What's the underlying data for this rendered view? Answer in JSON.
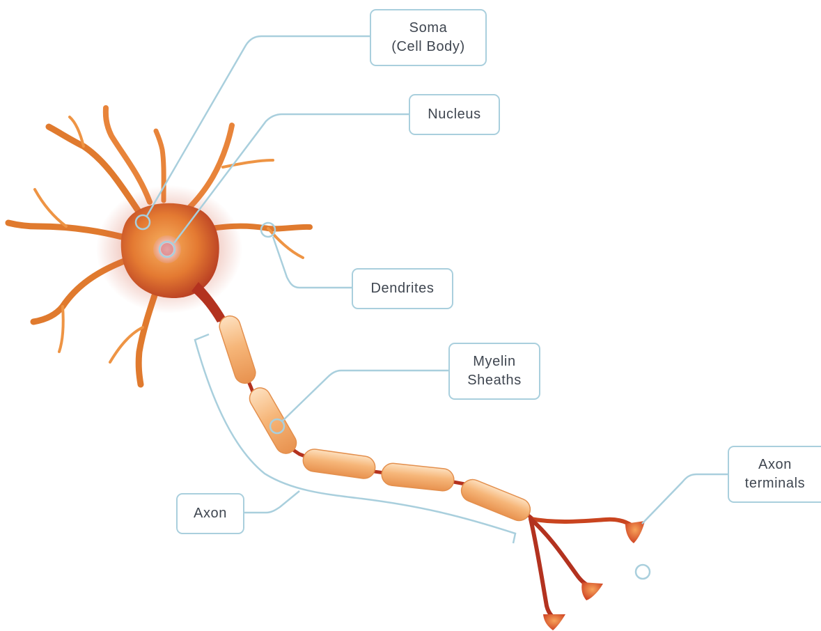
{
  "labels": {
    "soma": {
      "line1": "Soma",
      "line2": "(Cell Body)"
    },
    "nucleus": {
      "line1": "Nucleus"
    },
    "dendrites": {
      "line1": "Dendrites"
    },
    "myelin": {
      "line1": "Myelin",
      "line2": "Sheaths"
    },
    "axon": {
      "line1": "Axon"
    },
    "axon_terminals": {
      "line1": "Axon",
      "line2": "terminals"
    }
  },
  "colors": {
    "leader_line": "#a9cfdd",
    "label_border": "#a9cfdd",
    "label_text": "#3f4650",
    "soma_body": "#e07a2e",
    "axon_core": "#b3321f",
    "myelin_sheath": "#f6b679",
    "dendrite": "#d86a2a",
    "terminal": "#d95a2b"
  }
}
